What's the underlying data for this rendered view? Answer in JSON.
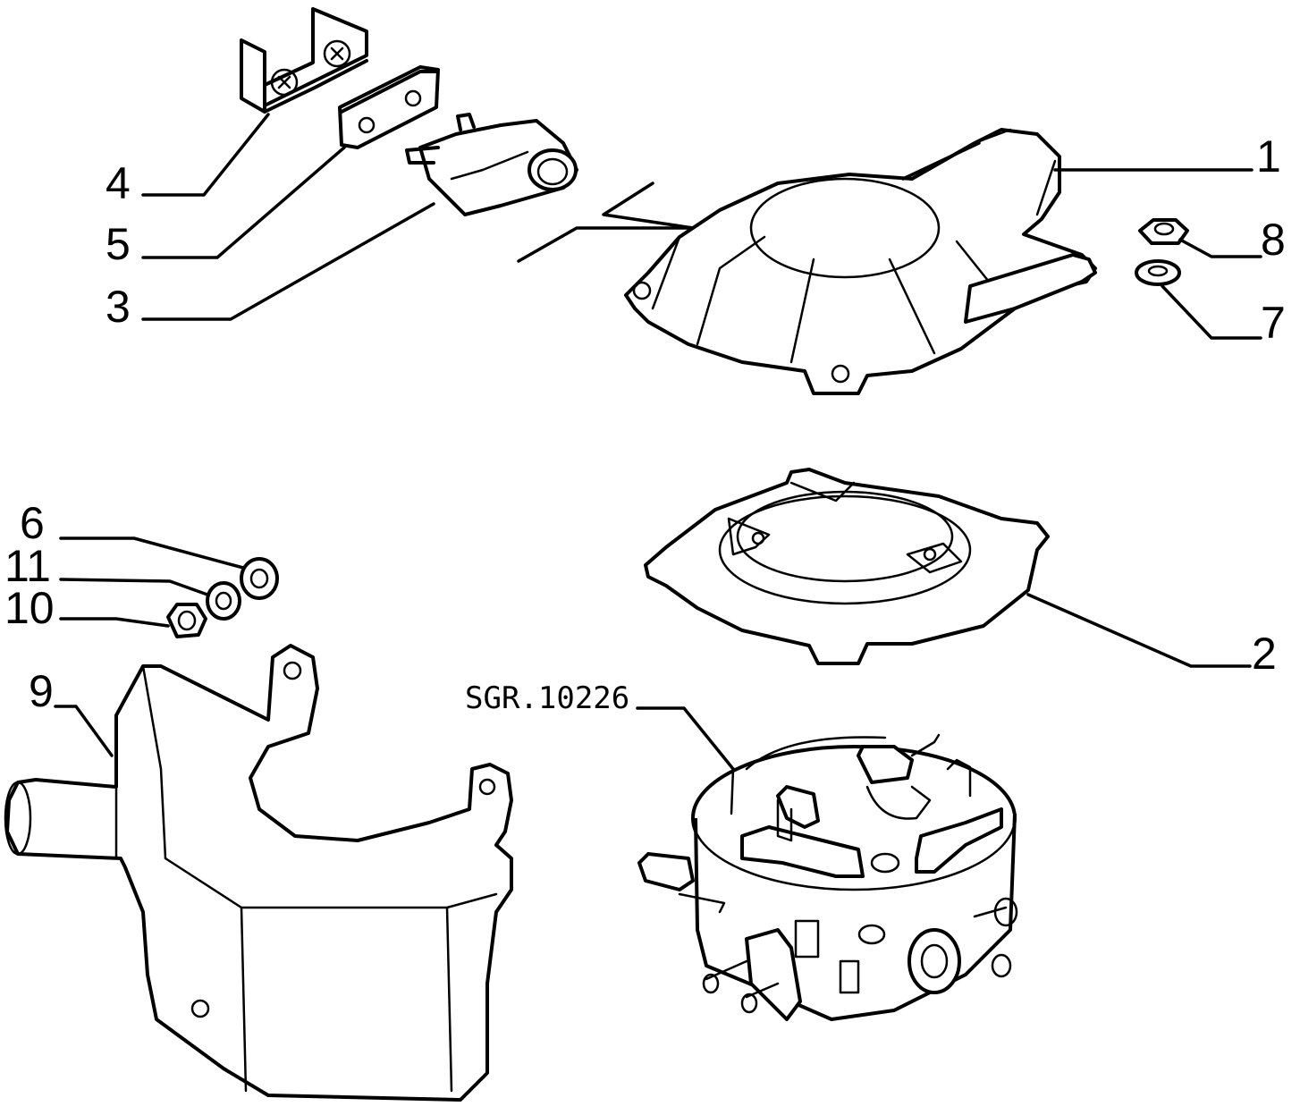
{
  "figure": {
    "reference_code": "SGR.10226"
  },
  "callouts": {
    "c1": "1",
    "c2": "2",
    "c3": "3",
    "c4": "4",
    "c5": "5",
    "c6": "6",
    "c7": "7",
    "c8": "8",
    "c9": "9",
    "c10": "10",
    "c11": "11"
  }
}
